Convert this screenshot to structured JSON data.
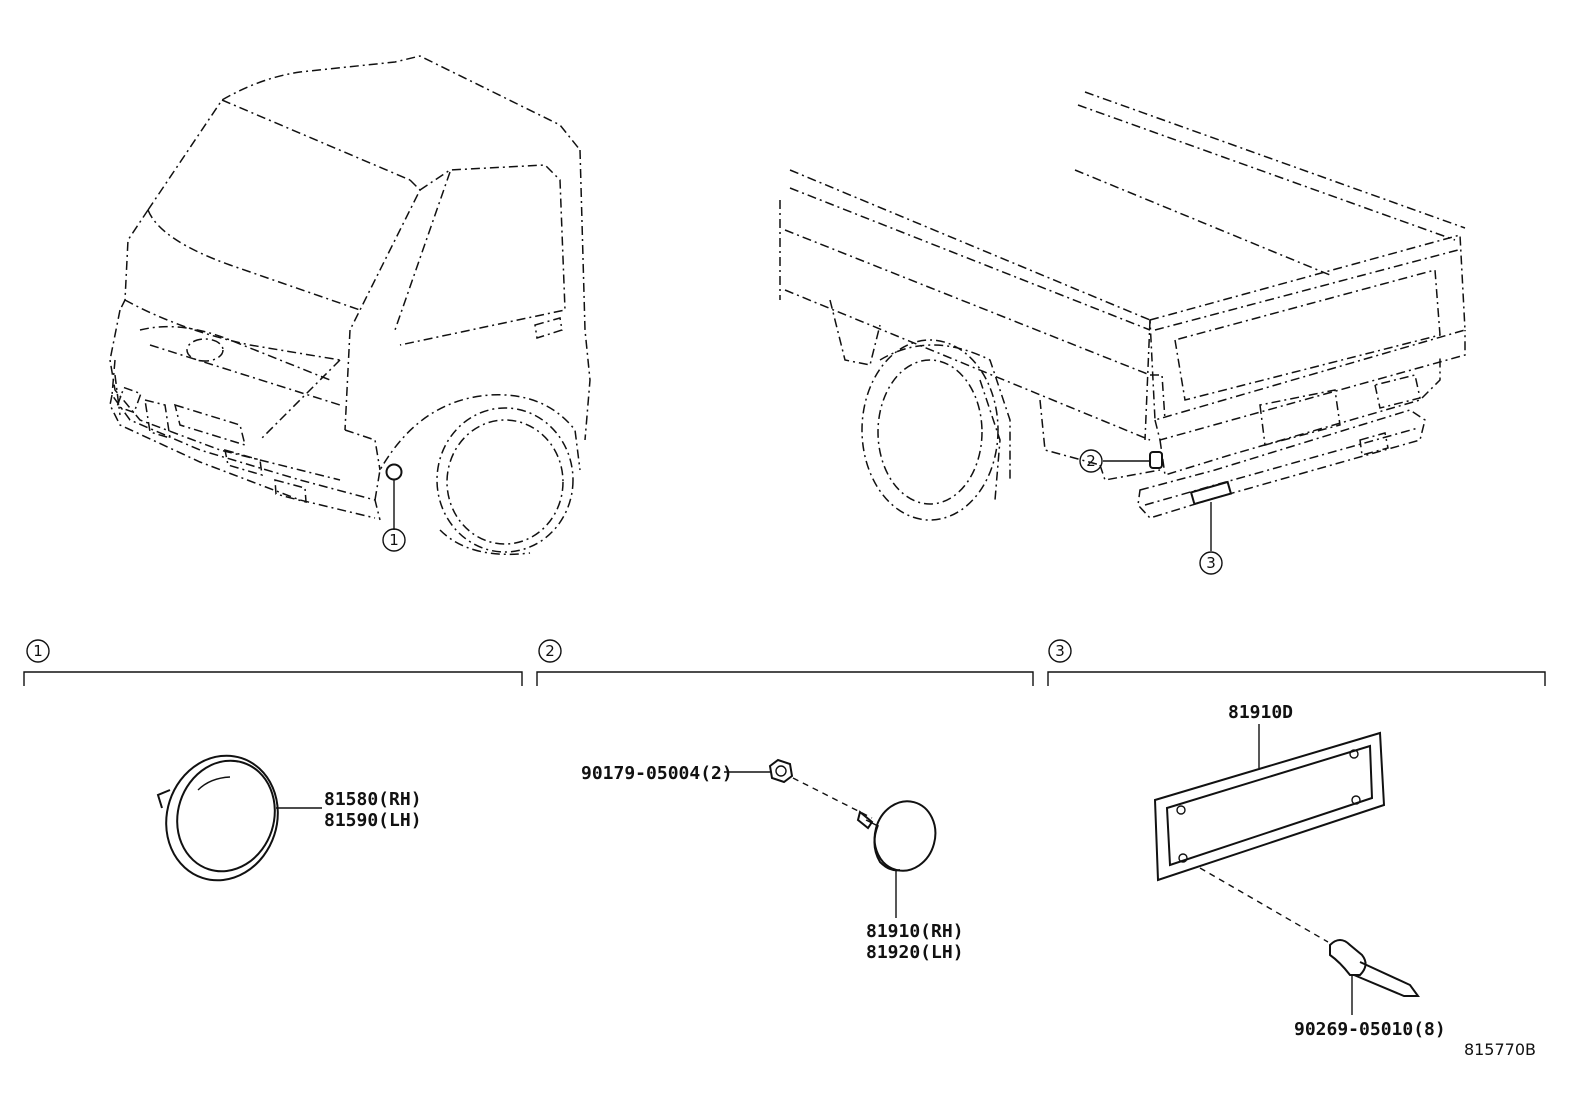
{
  "callouts": {
    "c1": "1",
    "c2": "2",
    "c3": "3"
  },
  "sections": {
    "s1": "1",
    "s2": "2",
    "s3": "3"
  },
  "parts": {
    "p1_rh": "81580(RH)",
    "p1_lh": "81590(LH)",
    "p2_nut": "90179-05004(2)",
    "p2_rh": "81910(RH)",
    "p2_lh": "81920(LH)",
    "p3_plate": "81910D",
    "p3_rivet": "90269-05010(8)"
  },
  "figure_id": "815770B"
}
